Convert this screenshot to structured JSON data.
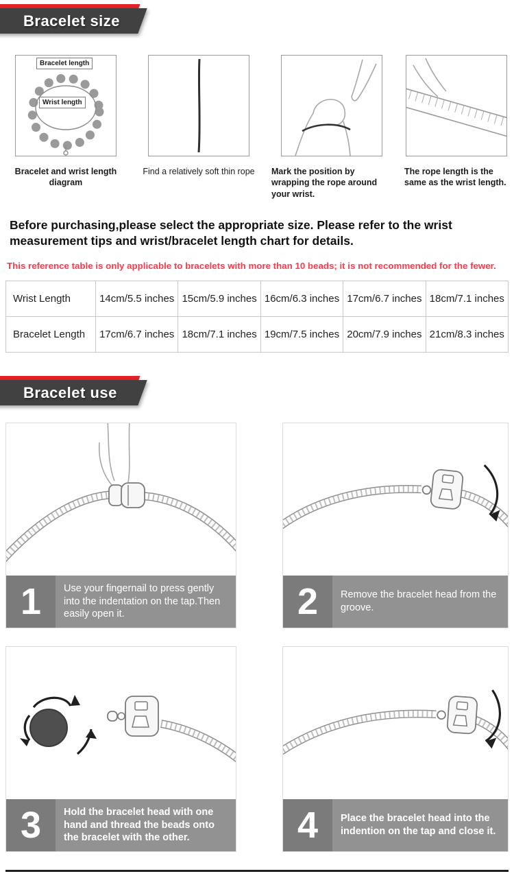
{
  "colors": {
    "accent_red": "#e32128",
    "header_bg": "#414141",
    "note_red": "#fb3b4c",
    "caption_bar": "#929292",
    "number_block": "#7b7b7b"
  },
  "size_section": {
    "title": "Bracelet size",
    "items": [
      {
        "caption": "Bracelet and wrist length diagram",
        "label_top": "Bracelet length",
        "label_mid": "Wrist length"
      },
      {
        "caption": "Find a relatively soft thin rope"
      },
      {
        "caption": "Mark the position by wrapping the rope around your wrist."
      },
      {
        "caption": "The rope length is the same as the wrist length."
      }
    ],
    "intro": "Before purchasing,please select the appropriate size. Please refer to the wrist measurement tips and wrist/bracelet length chart for details.",
    "note": "This reference table is only applicable to bracelets with more than 10 beads; it is not recommended for the fewer.",
    "table": {
      "row1_header": "Wrist Length",
      "row1": [
        "14cm/5.5 inches",
        "15cm/5.9 inches",
        "16cm/6.3 inches",
        "17cm/6.7 inches",
        "18cm/7.1 inches"
      ],
      "row2_header": "Bracelet Length",
      "row2": [
        "17cm/6.7 inches",
        "18cm/7.1 inches",
        "19cm/7.5 inches",
        "20cm/7.9 inches",
        "21cm/8.3 inches"
      ]
    }
  },
  "use_section": {
    "title": "Bracelet use",
    "steps": [
      {
        "number": "1",
        "text": "Use your fingernail to press gently into the indentation on the tap.Then easily open it."
      },
      {
        "number": "2",
        "text": "Remove the bracelet head from the groove."
      },
      {
        "number": "3",
        "text": "Hold the bracelet head with one hand and thread the beads onto the bracelet with the other."
      },
      {
        "number": "4",
        "text": "Place the bracelet head into the indention on the tap and close it."
      }
    ]
  }
}
